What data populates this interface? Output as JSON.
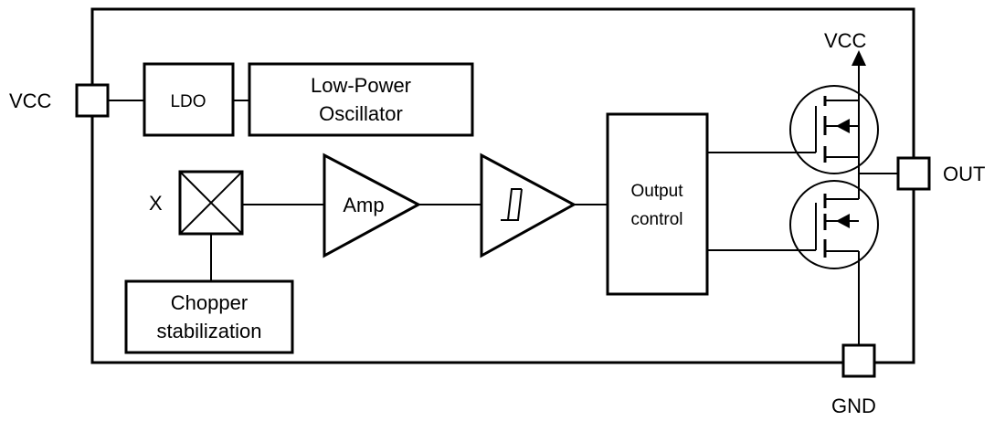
{
  "pins": {
    "vcc_left": "VCC",
    "vcc_top": "VCC",
    "out": "OUT",
    "gnd": "GND"
  },
  "blocks": {
    "ldo": "LDO",
    "oscillator_line1": "Low-Power",
    "oscillator_line2": "Oscillator",
    "hall_sensor_label": "X",
    "chopper_line1": "Chopper",
    "chopper_line2": "stabilization",
    "amp": "Amp",
    "output_control_line1": "Output",
    "output_control_line2": "control"
  },
  "colors": {
    "stroke": "#000000",
    "background": "#ffffff"
  }
}
